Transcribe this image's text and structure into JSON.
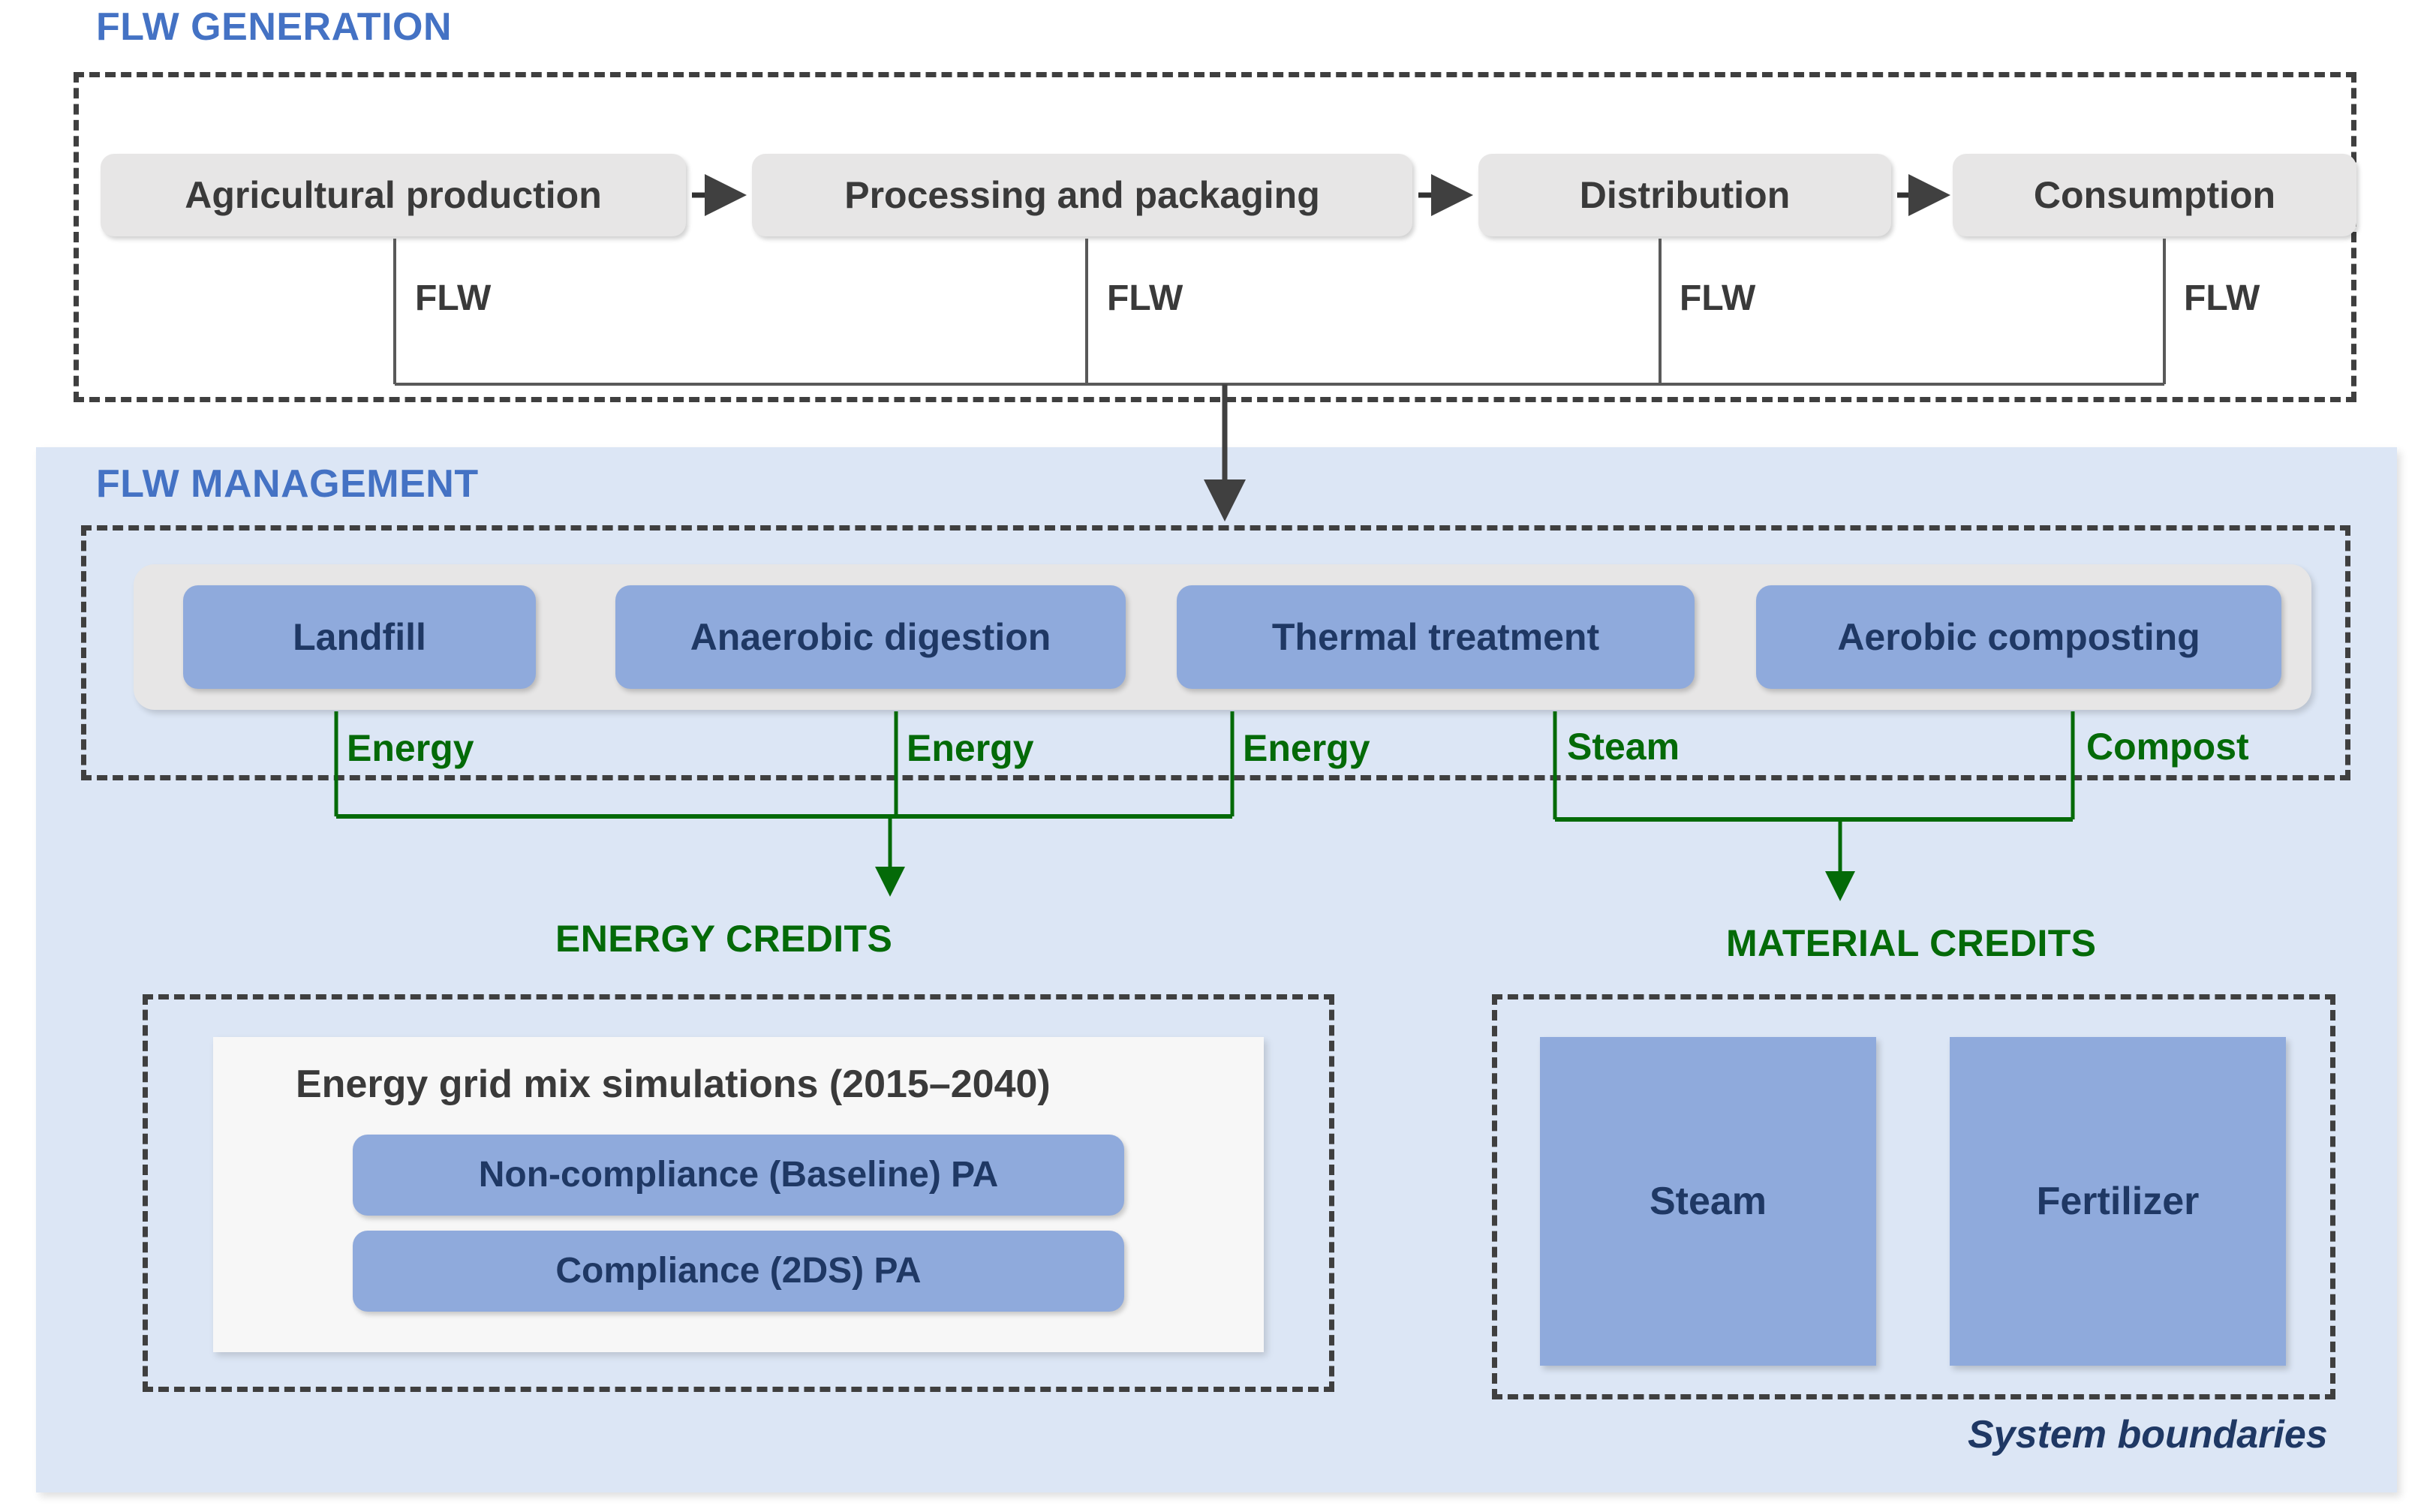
{
  "sections": {
    "generation": {
      "title": "FLW GENERATION"
    },
    "management": {
      "title": "FLW MANAGEMENT"
    }
  },
  "supply_chain": {
    "stages": [
      {
        "label": "Agricultural production"
      },
      {
        "label": "Processing and packaging"
      },
      {
        "label": "Distribution"
      },
      {
        "label": "Consumption"
      }
    ],
    "flw_labels": [
      "FLW",
      "FLW",
      "FLW",
      "FLW"
    ]
  },
  "treatments": {
    "options": [
      {
        "label": "Landfill"
      },
      {
        "label": "Anaerobic digestion"
      },
      {
        "label": "Thermal treatment"
      },
      {
        "label": "Aerobic composting"
      }
    ]
  },
  "outputs": {
    "labels": [
      "Energy",
      "Energy",
      "Energy",
      "Steam",
      "Compost"
    ]
  },
  "credits": {
    "energy": {
      "heading": "ENERGY CREDITS",
      "panel_title": "Energy grid mix simulations (2015–2040)",
      "scenarios": [
        {
          "label": "Non-compliance (Baseline) PA"
        },
        {
          "label": "Compliance (2DS) PA"
        }
      ]
    },
    "material": {
      "heading": "MATERIAL CREDITS",
      "items": [
        {
          "label": "Steam"
        },
        {
          "label": "Fertilizer"
        }
      ]
    }
  },
  "footer": {
    "system_boundaries": "System boundaries"
  },
  "colors": {
    "heading_blue": "#4472C4",
    "box_blue": "#8FAADC",
    "text_navy": "#1F3864",
    "green": "#046A08",
    "grey_box": "#E7E6E6",
    "panel_blue": "#DCE6F5",
    "dash_grey": "#3F3F3F"
  }
}
